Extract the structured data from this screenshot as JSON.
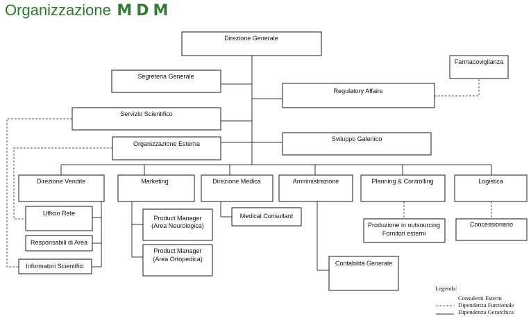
{
  "title": {
    "text": "Organizzazione",
    "brand": "MDM"
  },
  "colors": {
    "title": "#2a7a2a",
    "brand": "#2e7d32",
    "line": "#333333"
  },
  "boxes": {
    "direzione_generale": "Direzione Generale",
    "farmacovigilanza": "Farmacovigilanza",
    "segreteria_generale": "Segreteria Generale",
    "regulatory_affairs": "Regulatory Affairs",
    "servizio_scientifico": "Servizio Scientifico",
    "organizzazione_esterna": "Organizzazione Esterna",
    "sviluppo_galenico": "Sviluppo Galenico",
    "direzione_vendite": "Direzione Vendite",
    "marketing": "Marketing",
    "direzione_medica": "Direzione Medica",
    "amministrazione": "Amministrazione",
    "planning_controlling": "Planning & Controlling",
    "logistica": "Logistica",
    "ufficio_rete": "Ufficio Rete",
    "responsabili_area": "Responsabili di Area",
    "informatori_scientifici": "Informatori Scientifici",
    "pm_neuro_1": "Product Manager",
    "pm_neuro_2": "(Area Neurologica)",
    "pm_orto_1": "Product Manager",
    "pm_orto_2": "(Area Ortopedica)",
    "medical_consultant": "Medical Consultant",
    "produzione_1": "Produzione in outsourcing",
    "produzione_2": "Fornitori esterni",
    "concessionario": "Concessionario",
    "contabilita_generale": "Contabilità Generale"
  },
  "legend": {
    "title": "Legenda:",
    "consulenti": "Consulenti Esterni",
    "funzionale": "Dipendenza Funzionale",
    "gerarchica": "Dipendenza Gerarchica"
  }
}
